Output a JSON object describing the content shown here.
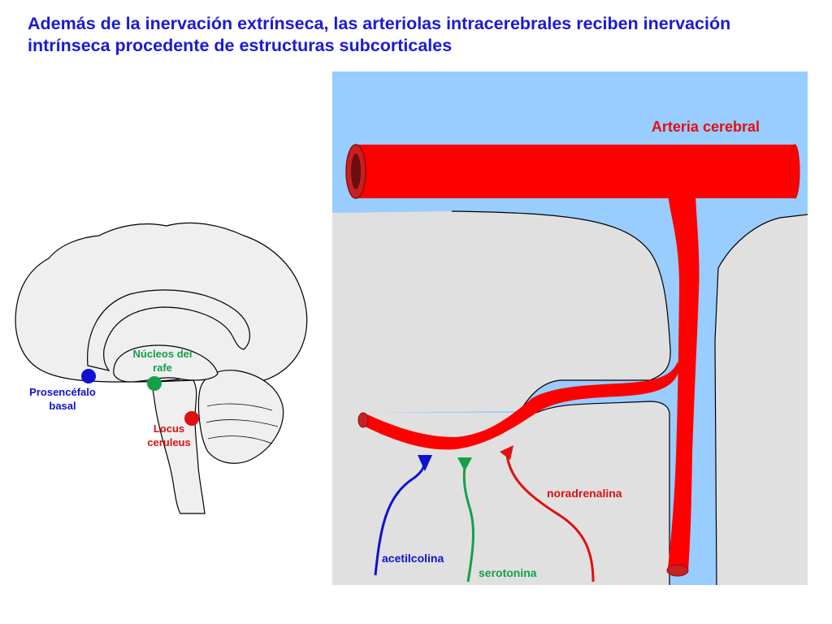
{
  "title": {
    "line1": "Además de la inervación extrínseca, las arteriolas intracerebrales reciben inervación",
    "line2": "intrínseca procedente de estructuras subcorticales"
  },
  "brain": {
    "nucleos_line1": "Núcleos del",
    "nucleos_line2": "rafe",
    "prosencefalo_line1": "Prosencéfalo",
    "prosencefalo_line2": "basal",
    "locus_line1": "Locus",
    "locus_line2": "ceruleus"
  },
  "vessel": {
    "artery_label": "Arteria cerebral",
    "acetilcolina": "acetilcolina",
    "serotonina": "serotonina",
    "noradrenalina": "noradrenalina"
  },
  "colors": {
    "title": "#1a1ad6",
    "acetylcholine": "#1010d0",
    "serotonin": "#14a04a",
    "noradrenaline": "#e01010",
    "artery": "#ff0000",
    "csf": "#99ccff",
    "tissue": "#e0e0e0"
  }
}
